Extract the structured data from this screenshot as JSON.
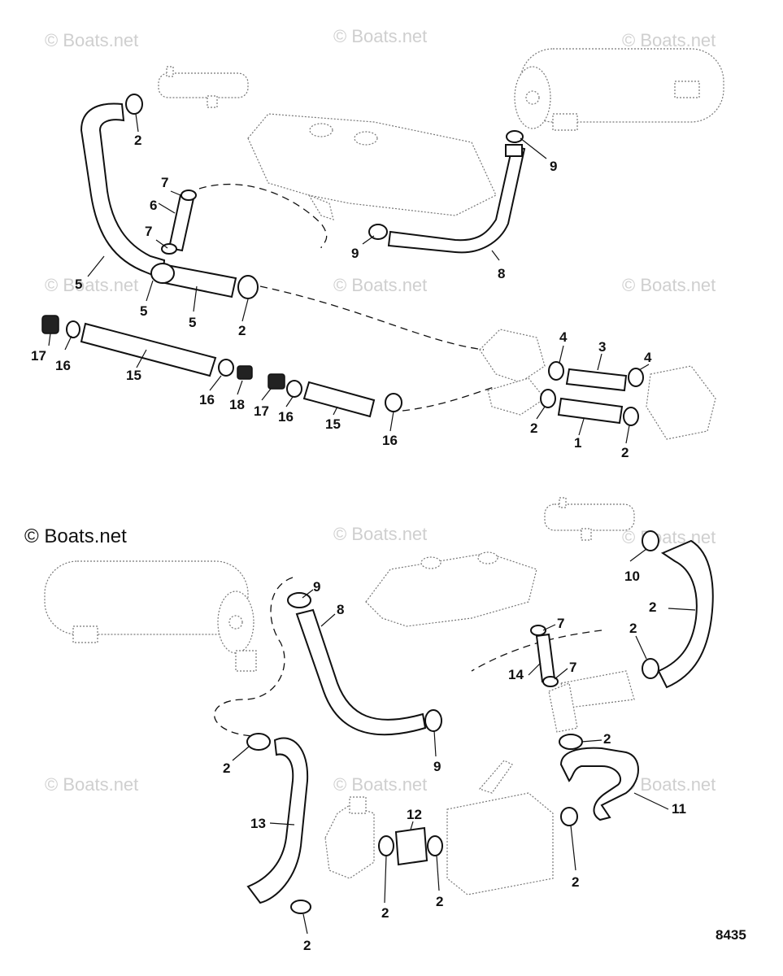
{
  "watermark": "© Boats.net",
  "copyright": "© Boats.net",
  "figure_number": "8435",
  "callouts": {
    "top": [
      "2",
      "7",
      "6",
      "7",
      "5",
      "5",
      "5",
      "2",
      "9",
      "9",
      "8",
      "17",
      "16",
      "15",
      "16",
      "18",
      "17",
      "16",
      "15",
      "16",
      "4",
      "3",
      "4",
      "2",
      "1",
      "2"
    ],
    "bottom": [
      "9",
      "8",
      "9",
      "2",
      "13",
      "2",
      "12",
      "2",
      "2",
      "7",
      "14",
      "7",
      "2",
      "10",
      "2",
      "2",
      "11",
      "2"
    ]
  }
}
